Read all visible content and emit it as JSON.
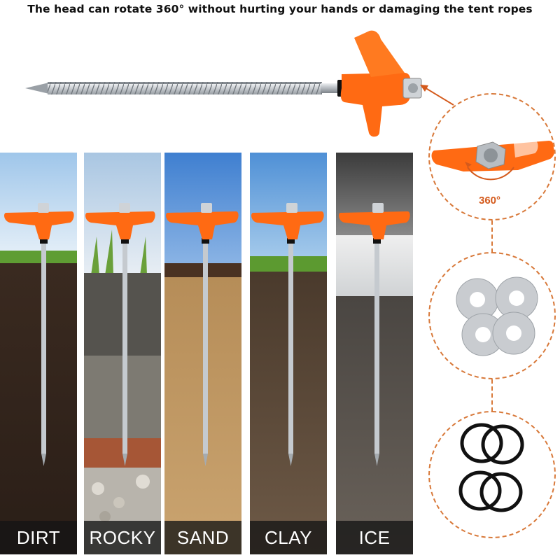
{
  "headline": "The head can rotate 360° without hurting your hands or damaging the tent ropes",
  "rotation_label": "360°",
  "soil_panels": [
    {
      "label": "DIRT"
    },
    {
      "label": "ROCKY"
    },
    {
      "label": "SAND"
    },
    {
      "label": "CLAY"
    },
    {
      "label": "ICE"
    }
  ],
  "accessories": [
    "washers",
    "o-rings"
  ],
  "colors": {
    "head_orange": "#ff6a13",
    "dashed_accent": "#d8793a",
    "label_bar": "#1e1e1e",
    "metal": "#c8ccd0"
  }
}
